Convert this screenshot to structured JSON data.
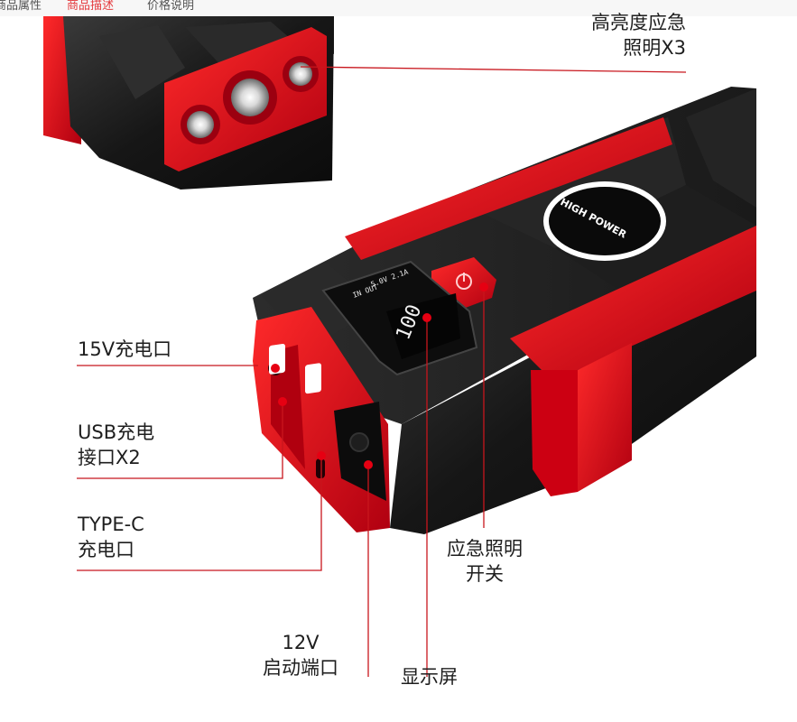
{
  "tabs": [
    {
      "label": "商品属性",
      "active": false
    },
    {
      "label": "商品描述",
      "active": true
    },
    {
      "label": "价格说明",
      "active": false
    }
  ],
  "product": {
    "badge_text": "HIGH POWER",
    "screen_percent": "100",
    "screen_io": "IN OUT",
    "screen_spec": "5.0V 2.1A"
  },
  "callouts": {
    "lighting": [
      "高亮度应急",
      "照明X3"
    ],
    "port_15v": [
      "15V充电口"
    ],
    "usb": [
      "USB充电",
      "接口X2"
    ],
    "typec": [
      "TYPE-C",
      "充电口"
    ],
    "port_12v": [
      "12V",
      "启动端口"
    ],
    "display": [
      "显示屏"
    ],
    "light_switch": [
      "应急照明",
      "开关"
    ]
  },
  "colors": {
    "accent_red": "#e60012",
    "body_black": "#1a1a1a",
    "line_red": "#c8161d"
  }
}
